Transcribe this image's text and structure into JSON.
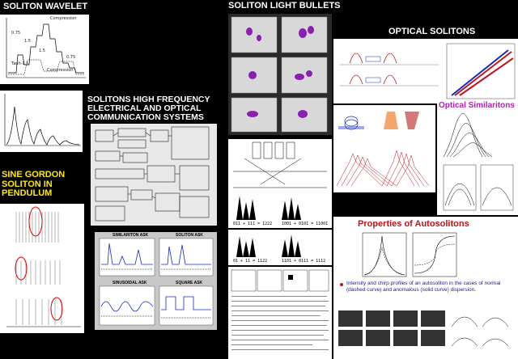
{
  "headings": {
    "soliton_wavelet": "SOLITON WAVELET",
    "light_bullets": "SOLITON LIGHT BULLETS",
    "optical_solitons": "OPTICAL SOLITONS",
    "high_frequency": "SOLITONS HIGH FREQUENCY\nELECTRICAL AND OPTICAL\nCOMMUNICATION SYSTEMS",
    "sine_gordon": "SINE GORDON\nSOLITON IN\nPENDULUM",
    "optical_similaritons": "Optical Similaritons",
    "properties_autosolitons": "Properties of Autosolitons"
  },
  "autosoliton_caption": "Intensity and chirp profiles of an autosoliton in the cases of normal (dashed curve) and anomalous (solid curve) dispersion.",
  "wavelet_chart": {
    "labels": [
      "Compression",
      "Compression",
      "Tanh-1.5",
      "1.5",
      "1.5",
      "0.75",
      "0.75"
    ]
  },
  "comm_panels": {
    "titles": [
      "SIMILARITON ASK",
      "SOLITON ASK",
      "SINUSOIDAL ASK",
      "SQUARE ASK"
    ]
  },
  "bullet_codes": [
    "011 + 111 = 1222",
    "1001 + 0101 = 11001",
    "01 + 11 = 1122",
    "1101 + 0111 = 1112"
  ],
  "colors": {
    "background": "#000000",
    "heading_white": "#ffffff",
    "heading_yellow": "#ffea00",
    "similaritons_purple": "#b020b0",
    "autosoliton_red": "#c0141e",
    "blue_trace": "#1428c8"
  }
}
